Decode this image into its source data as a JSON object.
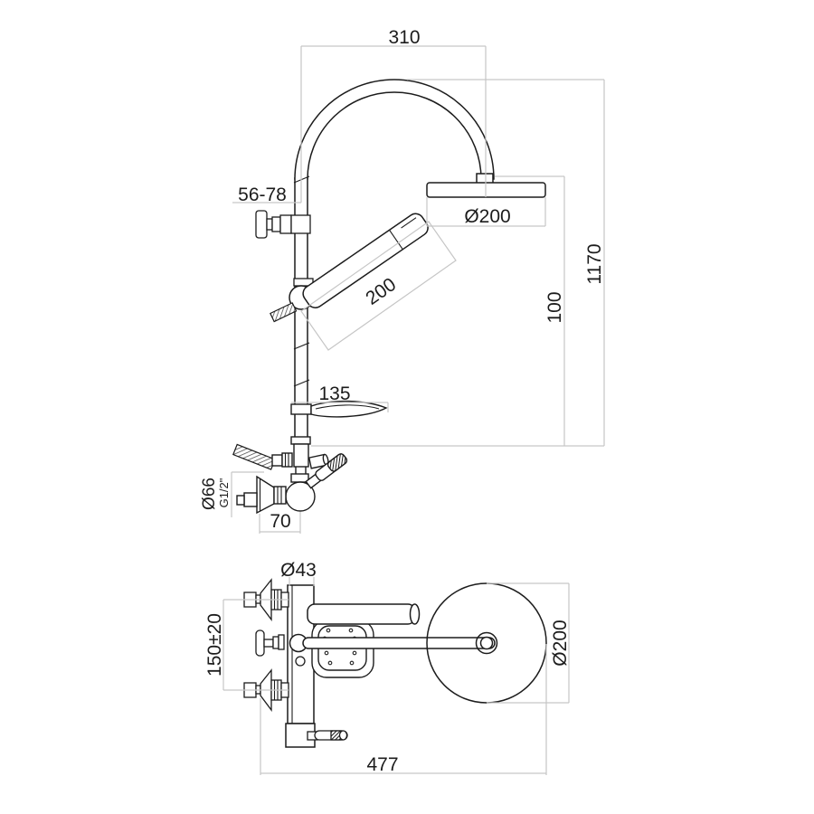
{
  "drawing": {
    "type": "technical-dimension-drawing",
    "subject": "wall-mounted shower column with rain head, hand shower and soap dish (front view and top/plan view)",
    "colors": {
      "background": "#ffffff",
      "line": "#1c1c1c",
      "dimension_line": "#c6c6c6"
    },
    "front_view": {
      "dims": {
        "arm_projection": "310",
        "bracket_adjust_range": "56-78",
        "head_diameter": "Ø200",
        "handshower_length": "200",
        "total_height": "1170",
        "head_to_holder": "100",
        "soap_dish_projection": "135",
        "escutcheon_diameter": "Ø66",
        "thread_size": "G1/2\"",
        "wall_to_axis": "70"
      }
    },
    "plan_view": {
      "dims": {
        "body_diameter": "Ø43",
        "inlet_centres": "150±20",
        "head_diameter": "Ø200",
        "total_projection": "477"
      }
    }
  }
}
